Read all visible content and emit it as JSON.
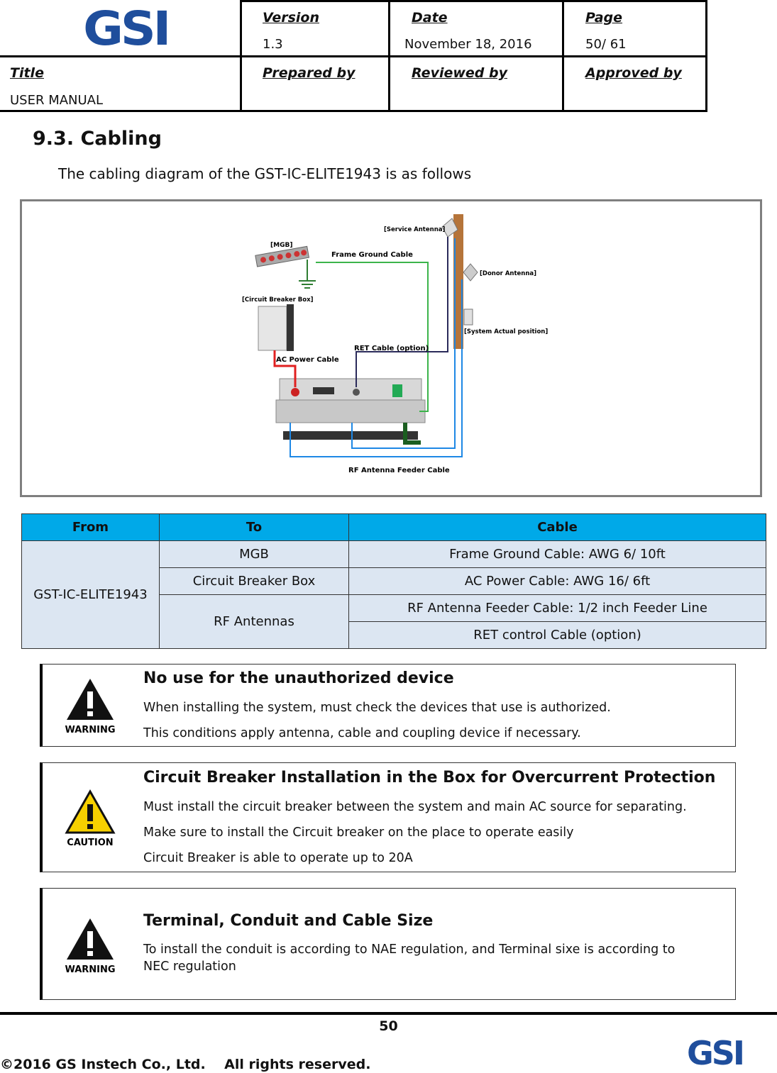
{
  "header": {
    "logo_text": "GSI",
    "version_label": "Version",
    "version_value": "1.3",
    "date_label": "Date",
    "date_value": "November 18, 2016",
    "page_label": "Page",
    "page_value": "50/ 61",
    "title_label": "Title",
    "title_value": "USER MANUAL",
    "prepared_label": "Prepared by",
    "reviewed_label": "Reviewed by",
    "approved_label": "Approved by"
  },
  "section": {
    "heading": "9.3. Cabling",
    "intro": "The cabling diagram of the GST-IC-ELITE1943 is as follows"
  },
  "diagram": {
    "labels": {
      "mgb": "[MGB]",
      "frame_ground": "Frame Ground Cable",
      "service_antenna": "[Service Antenna]",
      "donor_antenna": "[Donor Antenna]",
      "breaker_box": "[Circuit Breaker Box]",
      "system_position": "[System Actual position]",
      "ac_power": "AC Power Cable",
      "ret_cable": "RET Cable (option)",
      "rf_feeder": "RF Antenna Feeder Cable"
    },
    "colors": {
      "ground": "#3cb44b",
      "power": "#e02020",
      "ret": "#2a2a5a",
      "rf": "#1e88e5",
      "pole": "#b5743a"
    }
  },
  "table": {
    "headers": [
      "From",
      "To",
      "Cable"
    ],
    "from": "GST-IC-ELITE1943",
    "rows": [
      {
        "to": "MGB",
        "cable": "Frame Ground Cable: AWG 6/ 10ft"
      },
      {
        "to": "Circuit Breaker Box",
        "cable": "AC Power Cable: AWG 16/ 6ft"
      },
      {
        "to": "RF Antennas",
        "cable": "RF Antenna Feeder Cable: 1/2 inch Feeder Line"
      },
      {
        "to": "",
        "cable": "RET control Cable (option)"
      }
    ]
  },
  "notes": [
    {
      "badge": "WARNING",
      "title": "No use for the unauthorized device",
      "lines": [
        "When installing the system, must check the devices that use is authorized.",
        "This conditions apply antenna, cable and coupling device if necessary."
      ]
    },
    {
      "badge": "CAUTION",
      "title": "Circuit Breaker Installation in the Box for Overcurrent Protection",
      "lines": [
        "Must install the circuit breaker between the system and main AC source for separating.",
        "Make sure to install the Circuit breaker on the place to operate easily",
        "Circuit Breaker is able to operate up to 20A"
      ]
    },
    {
      "badge": "WARNING",
      "title": "Terminal, Conduit and Cable Size",
      "lines": [
        "To install the conduit is according to NAE regulation, and Terminal sixe is according to",
        "NEC regulation"
      ]
    }
  ],
  "footer": {
    "page_number": "50",
    "copyright": "©2016 GS Instech Co., Ltd.    All rights reserved.",
    "logo_text": "GSI"
  }
}
